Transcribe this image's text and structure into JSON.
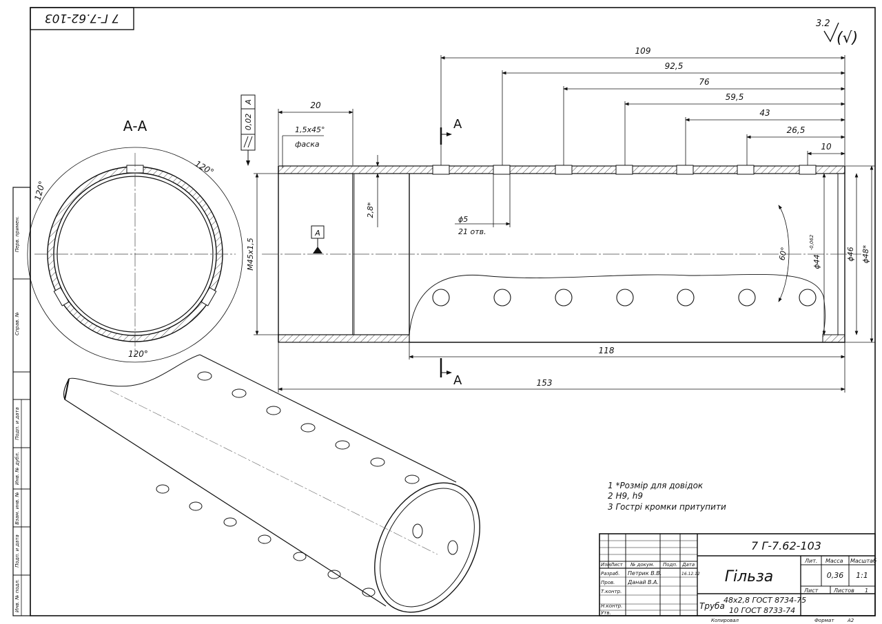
{
  "drawing": {
    "designation": "7 Г-7.62-103",
    "designation_rotated": "7 Г-7.62-103",
    "part_name": "Гільза",
    "roughness": {
      "value": "3.2",
      "check": "(√)"
    },
    "section_label": "А-А",
    "section_mark": "А",
    "datum": "А",
    "tolerance": {
      "value": "0,02",
      "datum": "А"
    },
    "dims": {
      "d109": "109",
      "d92_5": "92,5",
      "d76": "76",
      "d59_5": "59,5",
      "d43": "43",
      "d26_5": "26,5",
      "d10": "10",
      "d20": "20",
      "d118": "118",
      "d153": "153",
      "chamfer": "1,5x45°",
      "chamfer_word": "фаска",
      "wall": "2,8*",
      "hole": "ϕ5",
      "hole_count": "21 отв.",
      "thread": "M45x1,5",
      "angle": "60°",
      "d44": "ϕ44",
      "d44_tol": "-0,062",
      "d46": "ϕ46",
      "d48": "ϕ48*",
      "sec_angle_top": "120°",
      "sec_angle_left": "120°",
      "sec_angle_bottom": "120°"
    },
    "notes": [
      "1  *Розмір для довідок",
      "2  H9, h9",
      "3  Гострі кромки притупити"
    ],
    "side_labels": [
      "Перв. примен.",
      "Справ. №",
      "Подп. и дата",
      "Инв. № дубл.",
      "Взам. инв. №",
      "Подп. и дата",
      "Инв. № подл."
    ],
    "title_block": {
      "cols": [
        "Изм",
        "Лист",
        "№ докум.",
        "Подп.",
        "Дата"
      ],
      "rows": [
        "Разраб.",
        "Пров.",
        "Т.контр.",
        "",
        "Н.контр.",
        "Утв."
      ],
      "developer": "Петрик В.В.",
      "checker": "Данай В.А.",
      "date": "16.12.12",
      "lit_label": "Лит.",
      "mass_label": "Масса",
      "scale_label": "Масштаб",
      "mass": "0,36",
      "scale": "1:1",
      "sheet_label": "Лист",
      "sheets_label": "Листов",
      "sheets": "1",
      "material_word": "Труба",
      "material_1": "48x2,8 ГОСТ 8734-75",
      "material_2": "10 ГОСТ 8733-74",
      "copied": "Копировал",
      "format_label": "Формат",
      "format": "А2"
    }
  }
}
